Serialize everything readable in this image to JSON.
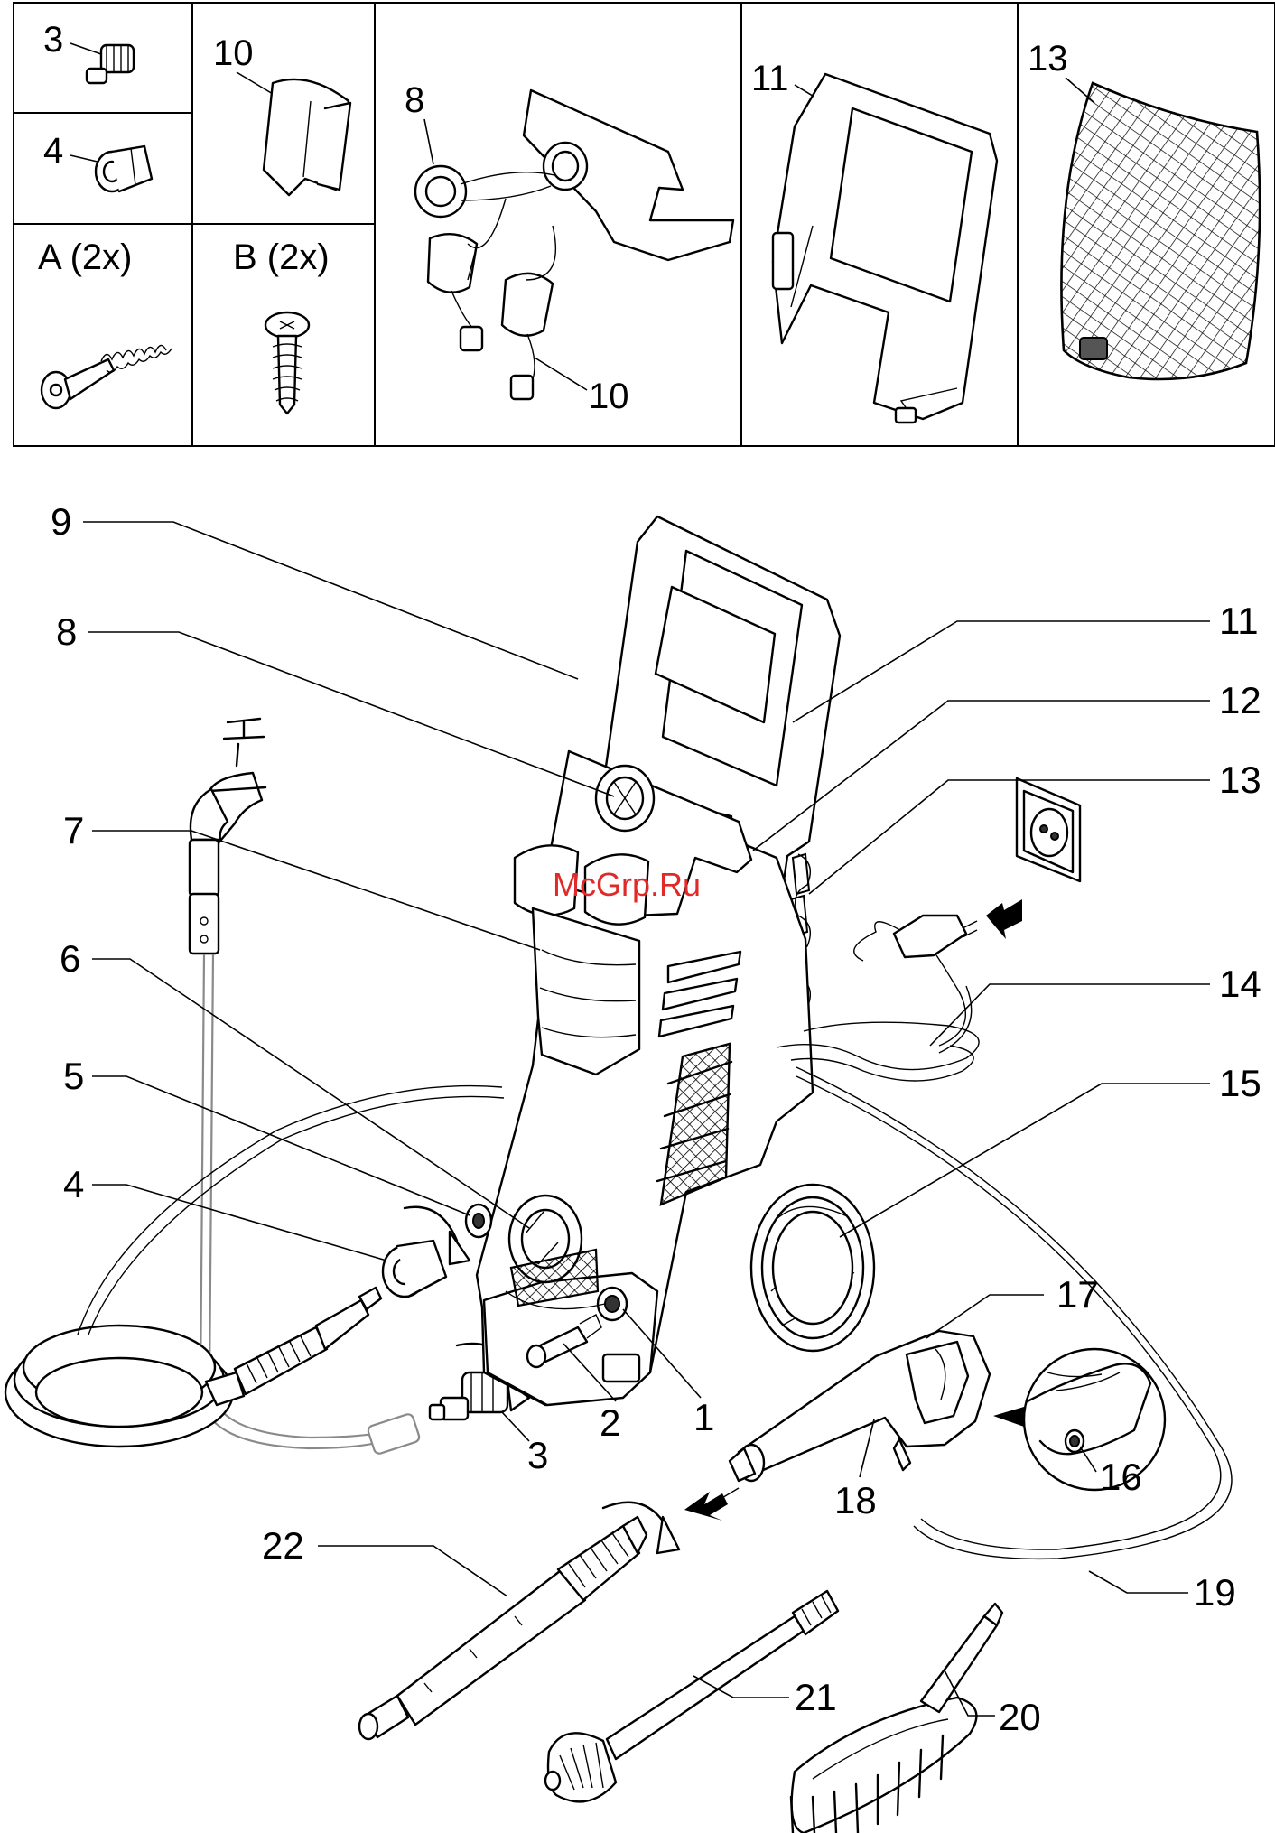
{
  "watermark": "McGrp.Ru",
  "kit_cells": [
    {
      "id": "c3",
      "label": "3"
    },
    {
      "id": "c4",
      "label": "4"
    },
    {
      "id": "cA",
      "label": "A (2x)"
    },
    {
      "id": "cB",
      "label": "B (2x)"
    },
    {
      "id": "c10",
      "label": "10"
    },
    {
      "id": "c8",
      "label": "8"
    },
    {
      "id": "c8b",
      "label": "10"
    },
    {
      "id": "c11",
      "label": "11"
    },
    {
      "id": "c13",
      "label": "13"
    }
  ],
  "callouts": [
    "1",
    "2",
    "3",
    "4",
    "5",
    "6",
    "7",
    "8",
    "9",
    "10",
    "11",
    "12",
    "13",
    "14",
    "15",
    "16",
    "17",
    "18",
    "19",
    "20",
    "21",
    "22"
  ]
}
